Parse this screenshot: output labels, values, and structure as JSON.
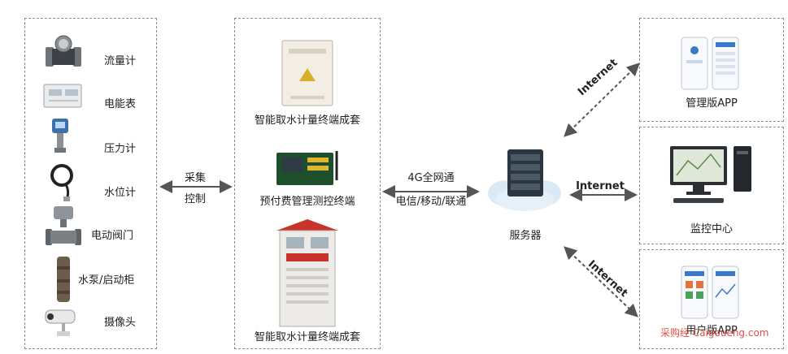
{
  "sensors": {
    "items": [
      {
        "label": "流量计",
        "icon": "flow-meter-icon"
      },
      {
        "label": "电能表",
        "icon": "energy-meter-icon"
      },
      {
        "label": "压力计",
        "icon": "pressure-gauge-icon"
      },
      {
        "label": "水位计",
        "icon": "water-level-sensor-icon"
      },
      {
        "label": "电动阀门",
        "icon": "electric-valve-icon"
      },
      {
        "label": "水泵/启动柜",
        "icon": "water-pump-icon"
      },
      {
        "label": "摄像头",
        "icon": "camera-icon"
      }
    ]
  },
  "link_left": {
    "top": "采集",
    "bottom": "控制"
  },
  "terminals": {
    "items": [
      {
        "label": "智能取水计量终端成套",
        "icon": "control-box-icon"
      },
      {
        "label": "预付费管理测控终端",
        "icon": "controller-board-icon"
      },
      {
        "label": "智能取水计量终端成套",
        "icon": "metering-cabinet-icon"
      }
    ]
  },
  "link_middle": {
    "top": "4G全网通",
    "bottom": "电信/移动/联通"
  },
  "server": {
    "label": "服务器",
    "icon": "server-cloud-icon"
  },
  "link_right": {
    "upper": "Internet",
    "middle": "Internet",
    "lower": "Internet"
  },
  "clients": {
    "mgmt": {
      "label": "管理版APP",
      "icon": "mobile-app-icon"
    },
    "monitor": {
      "label": "监控中心",
      "icon": "desktop-computer-icon"
    },
    "user": {
      "label": "用户版APP",
      "icon": "mobile-app-icon"
    }
  },
  "watermark": "采购经 Caigoueng.com",
  "colors": {
    "arrow": "#555555",
    "border": "#8a8a8a",
    "cabinet_roof": "#c8342c",
    "panel_blue": "#1f5fae"
  }
}
